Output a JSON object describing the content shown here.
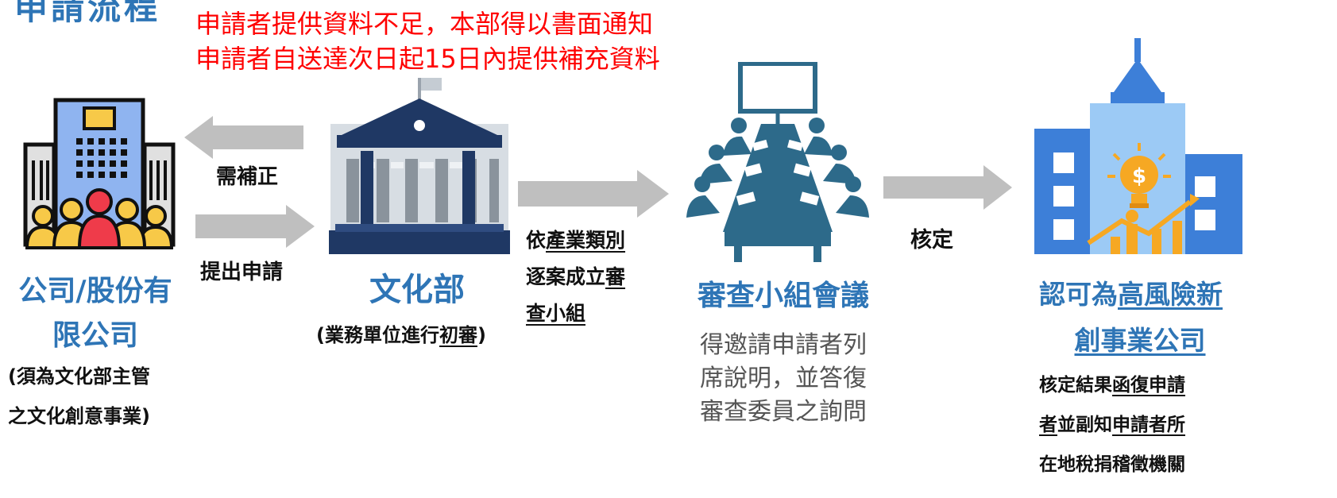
{
  "title": "申請流程",
  "notice": {
    "line1": "申請者提供資料不足，本部得以書面通知",
    "line2": "申請者自送達次日起15日內提供補充資料"
  },
  "company": {
    "name_line1": "公司/股份有",
    "name_line2": "限公司",
    "note_line1": "(須為文化部主管",
    "note_line2": "之文化創意事業)"
  },
  "arrow_back_label": "需補正",
  "arrow_forward_label": "提出申請",
  "ministry": {
    "name": "文化部",
    "note_prefix": "(業務單位進行",
    "note_underlined": "初審",
    "note_suffix": ")"
  },
  "formation": {
    "l1_a": "依",
    "l1_b": "產業類別",
    "l2_a": "逐案成立",
    "l2_b": "審",
    "l3": "查小組"
  },
  "review": {
    "name": "審查小組會議",
    "desc_line1": "得邀請申請者列",
    "desc_line2": "席說明，並答復",
    "desc_line3": "審查委員之詢問"
  },
  "approve_label": "核定",
  "result": {
    "name_l1_a": "認可為",
    "name_l1_b": "高風險新",
    "name_l2": "創事業公司",
    "note_l1_a": "核定結果",
    "note_l1_b": "函復申請",
    "note_l2_a": "者",
    "note_l2_b": "並副知",
    "note_l2_c": "申請者所",
    "note_l3": "在地稅捐稽徵機關"
  },
  "colors": {
    "title_blue": "#2e75b6",
    "notice_red": "#ff0000",
    "arrow_gray": "#bfbfbf",
    "navy": "#1f3864",
    "teal": "#2d6a8a"
  }
}
